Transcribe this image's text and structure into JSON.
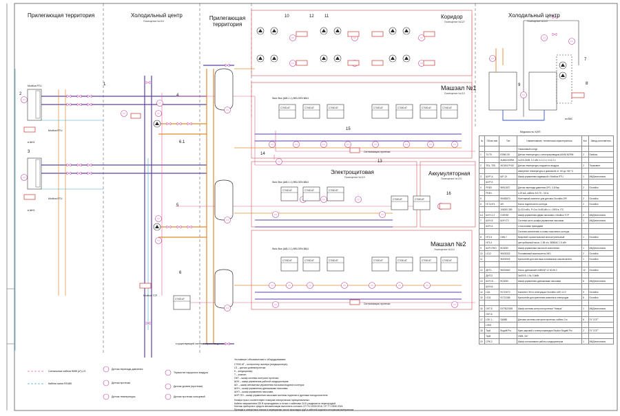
{
  "zones": {
    "adjacent_left": "Прилегающая территория",
    "cold_center_left": "Холодильный центр",
    "cold_center_left_sub": "Помещение №116",
    "adjacent_mid": "Прилегающая территория",
    "corridor": "Коридор",
    "corridor_sub": "Помещение №127",
    "cold_center_right": "Холодильный центр",
    "cold_center_right_sub": "Помещение №115",
    "machine_room_1": "Машзал №1",
    "machine_room_1_sub": "Помещение №110",
    "electro_room": "Электрощитовая",
    "electro_room_sub": "Помещение №119",
    "battery_room": "Аккумуляторная",
    "battery_room_sub": "Помещение №124",
    "machine_room_2": "Машзал №2",
    "machine_room_2_sub": "Помещение №114"
  },
  "labels": {
    "modbus_rtu": "Modbus RTU",
    "modbus_tcp": "Modbus TCP",
    "shup": "ШУР-1",
    "to_shch": "в ШН1",
    "c7000at": "C7000 AT",
    "stulz_bus_1": "Stulz Bus (ШВ-1.1) BELDEN 8841",
    "stulz_bus_2": "Stulz Bus (ШВ-1.1) BELDEN 8841",
    "stulz_bus_3": "Stulz Bus (ШВ-2.1) BELDEN 8841",
    "leak_signal": "Сигнализация протечки",
    "to_vks": "из ВКС",
    "to_existing": "к существующей системе пароохлаждения"
  },
  "callouts": [
    "1",
    "2",
    "3",
    "4",
    "5",
    "6",
    "6.1",
    "7",
    "8",
    "9",
    "10",
    "11",
    "12",
    "13",
    "14",
    "15",
    "16"
  ],
  "legend": {
    "items": [
      "Сигнальные кабели BMB (кГ)-LS",
      "Кабели шина RS485",
      "Датчик перепада давления",
      "Датчик протечки",
      "Датчик температуры",
      "Термостат наружного воздуха",
      "Датчик уровня (протечки)",
      "Датчик протечки кольцевой"
    ],
    "notes_title": "Условные обозначения к оборудованию:",
    "notes": [
      "C7000 AT – контроллер чиллера (кондиционера);",
      "LS – датчик уровня/протечки;",
      "К – кондиционер;",
      "Т – клапан;",
      "ОКТ – шкаф системы контроля протечки;",
      "ШУК – шкаф управления работой кондиционеров;",
      "ШУ – шкаф автоматики управления насосами водяного контура;",
      "ШУН – шкаф управления дренажными насосами;",
      "ШУП – шкаф управления насосами;",
      "ШУР-ПН – шкаф управления насосами системы подпитки и дренажа холодоносителя"
    ],
    "footnotes": [
      "Номера трасс соответствуют номерам электрических принципиальных.",
      "Кабели напряжением 220 В прокладывать в лотках с кабелями 24 В, разделив их перегородкой.",
      "Монтаж приборов и средств автоматизации выполнять согласно СП 76.13330.2016, СП 77.13330.2016.",
      "Провода и отверстия в плитах и перекрытиях после прокладки труб и кабелей заделать негорючим материалом."
    ]
  },
  "table": {
    "title": "Ведомость КИП",
    "headers": [
      "№",
      "Обозн-ние",
      "Тип",
      "Наименование, техническая характеристика",
      "Кол",
      "Завод-изготовитель"
    ],
    "rows": [
      [
        "",
        "",
        "",
        "Гликоливый контур",
        "",
        ""
      ],
      [
        "1",
        "Т4.Т5",
        "ESM0-05",
        "Датчик температуры с электроприводом AUMA NORM",
        "2",
        "Danfoss"
      ],
      [
        "",
        "",
        "AUMA NORM",
        "1х220-240В, 0,1 кВт, n=1,2 л, t=±1,2 с",
        "",
        ""
      ],
      [
        "2",
        "ТЕ4, ТЕ5",
        "AIO004 РН10",
        "Датчик температуры наружного воздуха",
        "2",
        "Термовент"
      ],
      [
        "",
        "",
        "",
        "измерение температуры в диапазоне от -50 до +80 °С",
        "",
        ""
      ],
      [
        "3",
        "ШУР-А",
        "ШР-1Х",
        "Шкаф управления задвижкой с Modbus RTU",
        "1",
        "АМДтехнологии"
      ],
      [
        "",
        "ШУР-Б",
        "",
        "",
        "",
        ""
      ],
      [
        "4",
        "PDE5",
        "96911527",
        "Датчик перепада давления DP1, 0-8 бар",
        "2",
        "Grundfos"
      ],
      [
        "",
        "PDE4",
        "",
        "4-20 мА, кабель 3х0,75 - 0,6 м",
        "",
        ""
      ],
      [
        "5",
        "",
        "99453570",
        "Монтажный комплект для датчика Grundfos DPI",
        "2",
        "Grundfos"
      ],
      [
        "6",
        "НГ.3,НГ4",
        "M3",
        "Насос подпиточного контура",
        "2",
        "Grundfos"
      ],
      [
        "",
        "",
        "106200-359",
        "Q=210 м3/ч, Р=3 м, N=55 кВт, n = 1900 в, IТС",
        "",
        ""
      ],
      [
        "6.1",
        "ШУН-1,2",
        "CUE050",
        "Шкаф управления двумя насосами с Modbus TCP",
        "2",
        "АМДтехнологии"
      ],
      [
        "7",
        "ШУН-5",
        "ШУН-ТЗ",
        "Система часть шкафа управления насосами",
        "1",
        "АМДтехнологии"
      ],
      [
        "",
        "ШУН-4",
        "",
        "с насосными приводами",
        "",
        ""
      ],
      [
        "",
        "",
        "",
        "Система заполнения и слива гликолевого контура",
        "",
        ""
      ],
      [
        "8",
        "НГЗ-5",
        "CM5-7",
        "Вихревой горизонтальный многоступенчатый",
        "1",
        "Grundfos"
      ],
      [
        "",
        "НГЗ-4",
        "",
        "центробежный насос: 1,98 л/ч; 380В/АС 1,9 кВт",
        "",
        ""
      ],
      [
        "9",
        "ШУН-ПНО",
        "BC6000",
        "Шкаф управления насосной заполнения",
        "1",
        "АМДтехнологии"
      ],
      [
        "10",
        "LS12",
        "96003332",
        "Поплавковый выключатель MK1",
        "2",
        "Grundfos"
      ],
      [
        "11",
        "",
        "96003332",
        "Кронштейн для монтажа поплавкового выключателя",
        "1",
        "Grundfos"
      ],
      [
        "",
        "",
        "",
        "",
        "",
        ""
      ],
      [
        "12",
        "ДНГ1...",
        "96001662",
        "Насос дренажный Unilift AP 12.40.06.3",
        "12",
        "Grundfos"
      ],
      [
        "",
        "ДНГ12",
        "",
        "3х400 В, 1 бк, 0,5кВт",
        "",
        ""
      ],
      [
        "13",
        "ШУН-Н...",
        "BC6000",
        "Шкаф управления дренажными насосами",
        "6",
        "АМДтехнологии"
      ],
      [
        "",
        "ШУН-6",
        "",
        "",
        "",
        ""
      ],
      [
        "14",
        "LM1",
        "91713072",
        "Комплект ЗК по интеграции Grundfos LMS 4-10",
        "5",
        "Grundfos"
      ],
      [
        "15",
        "LS11",
        "91713186",
        "Кронштейн для крепления комплекта электродов",
        "6",
        "Grundfos"
      ],
      [
        "",
        "",
        "",
        "",
        "",
        ""
      ],
      [
        "16",
        "OKT-5",
        "DOTB22008",
        "Шкаф системы контроля протечки \"Ниагра\"",
        "1",
        "АМДтехнологии"
      ],
      [
        "",
        "OKT-6",
        "",
        "",
        "",
        ""
      ],
      [
        "17",
        "LSK 1...",
        "SAB50",
        "Датчики системы контроля протечки, кабель 2 м",
        "6",
        "ГК \"СОТ\""
      ],
      [
        "",
        "LSK5",
        "",
        "",
        "",
        ""
      ],
      [
        "18",
        "Ткр6",
        "Bugatti Pro",
        "Кран шаровой с электроприводом Seykun Bugatti Pro",
        "2",
        "ГК \"СОТ\""
      ],
      [
        "",
        "Ткр8",
        "",
        "230В, 3/4\"",
        "",
        ""
      ],
      [
        "19",
        "СРК-2",
        "",
        "Шкаф согласования работы кондиционеров",
        "1",
        "АМДтехнологии"
      ]
    ]
  },
  "colors": {
    "pipe_orange": "#e08a2c",
    "pipe_purple": "#5a3ea8",
    "pipe_blue": "#3050c8",
    "sensor_magenta": "#c03a9b",
    "cabinet_red": "#d23030",
    "cable_pink": "#e05c9a",
    "cable_cyan": "#36a8c8",
    "frame": "#555555"
  }
}
